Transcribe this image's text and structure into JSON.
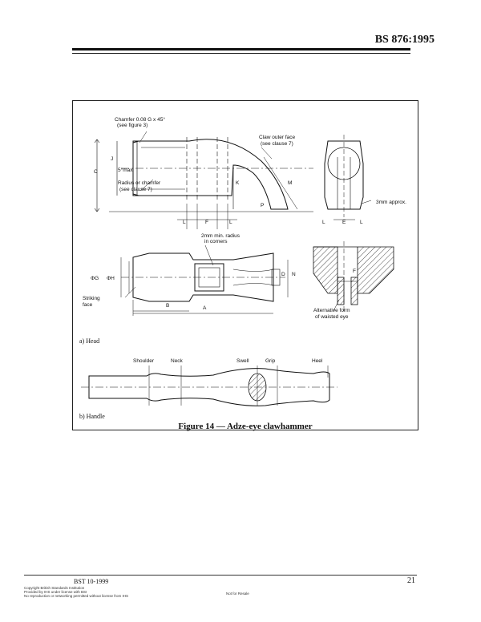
{
  "header": {
    "standard_id": "BS 876:1995"
  },
  "figure": {
    "caption": "Figure 14 — Adze-eye clawhammer",
    "part_a_label": "a) Head",
    "part_b_label": "b) Handle",
    "head_labels": {
      "chamfer_note_1": "Chamfer 0.08 G x 45°",
      "chamfer_note_2": "(see figure 3)",
      "claw_note_1": "Claw outer face",
      "claw_note_2": "(see clause 7)",
      "five_max": "5°max",
      "radius_note_1": "Radius or chamfer",
      "radius_note_2": "(see clause 7)",
      "three_mm": "3mm approx.",
      "radius_corners_1": "2mm min. radius",
      "radius_corners_2": "in corners",
      "striking_1": "Striking",
      "striking_2": "face",
      "alt_form_1": "Alternative form",
      "alt_form_2": "of waisted eye",
      "dim_c": "C",
      "dim_j": "J",
      "dim_k": "K",
      "dim_m": "M",
      "dim_p": "P",
      "dim_l1": "L",
      "dim_f1": "F",
      "dim_l2": "L",
      "dim_l3": "L",
      "dim_e": "E",
      "dim_l4": "L",
      "dim_g": "ΦG",
      "dim_h": "ΦH",
      "dim_b": "B",
      "dim_a": "A",
      "dim_d": "D",
      "dim_n": "N",
      "dim_f2": "F"
    },
    "handle_labels": {
      "shoulder": "Shoulder",
      "neck": "Neck",
      "swell": "Swell",
      "grip": "Grip",
      "heel": "Heel"
    }
  },
  "footer": {
    "date": "BST 10-1999",
    "copyright_1": "Copyright British Standards Institution",
    "copyright_2": "Provided by IHS under license with BSI",
    "copyright_3": "No reproduction or networking permitted without license from IHS",
    "resale": "Not for Resale",
    "page_number": "21"
  }
}
